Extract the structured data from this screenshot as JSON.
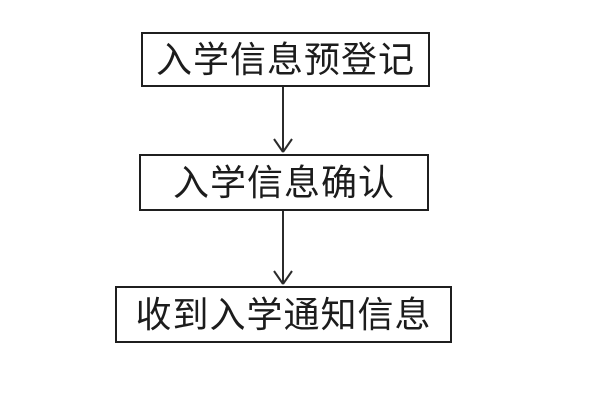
{
  "diagram": {
    "type": "flowchart",
    "direction": "top-down",
    "background_color": "#ffffff",
    "node_border_color": "#1f1f1f",
    "node_fill_color": "#ffffff",
    "text_color": "#1c1c1c",
    "arrow_color": "#2b2b2b",
    "nodes": [
      {
        "id": "step-1",
        "label": "入学信息预登记"
      },
      {
        "id": "step-2",
        "label": "入学信息确认"
      },
      {
        "id": "step-3",
        "label": "收到入学通知信息"
      }
    ],
    "edges": [
      {
        "from": "step-1",
        "to": "step-2",
        "style": "straight-down-open-arrowhead"
      },
      {
        "from": "step-2",
        "to": "step-3",
        "style": "straight-down-open-arrowhead"
      }
    ]
  }
}
